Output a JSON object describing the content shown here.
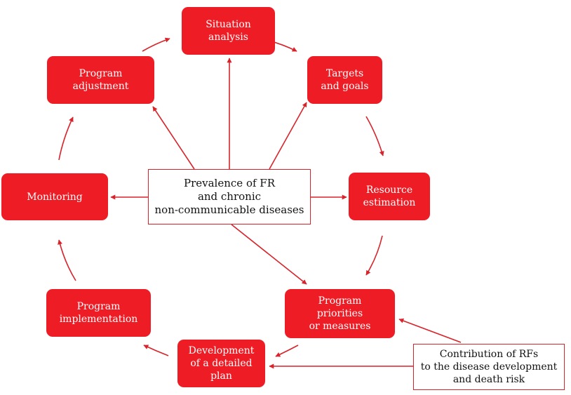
{
  "diagram": {
    "nodes": {
      "situation_analysis": "Situation\nanalysis",
      "targets_and_goals": "Targets\nand goals",
      "resource_estimation": "Resource\nestimation",
      "program_priorities": "Program\npriorities\nor measures",
      "development_plan": "Development\nof a detailed\nplan",
      "program_implementation": "Program\nimplementation",
      "monitoring": "Monitoring",
      "program_adjustment": "Program\nadjustment",
      "center": "Prevalence of FR\nand chronic\nnon-communicable diseases",
      "contribution": "Contribution of RFs\nto the disease development\nand death risk"
    },
    "colors": {
      "node_fill": "#ee1c25",
      "arrow": "#d8232a",
      "outline": "#d8232a"
    }
  }
}
